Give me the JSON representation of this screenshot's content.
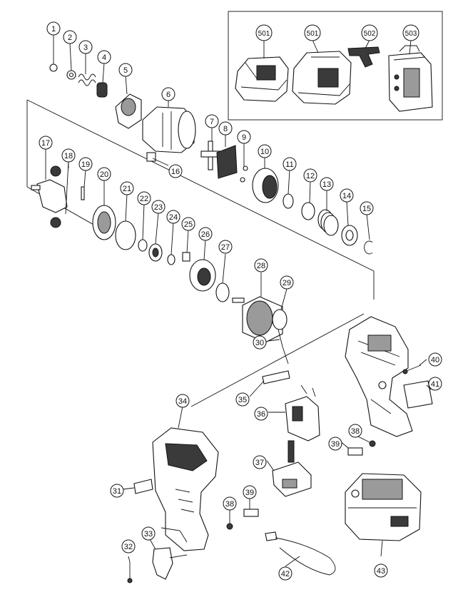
{
  "labels": [
    {
      "id": "lbl-1",
      "text": "1"
    },
    {
      "id": "lbl-2",
      "text": "2"
    },
    {
      "id": "lbl-3",
      "text": "3"
    },
    {
      "id": "lbl-4",
      "text": "4"
    },
    {
      "id": "lbl-5",
      "text": "5"
    },
    {
      "id": "lbl-6",
      "text": "6"
    },
    {
      "id": "lbl-7",
      "text": "7"
    },
    {
      "id": "lbl-8",
      "text": "8"
    },
    {
      "id": "lbl-9",
      "text": "9"
    },
    {
      "id": "lbl-10",
      "text": "10"
    },
    {
      "id": "lbl-11",
      "text": "11"
    },
    {
      "id": "lbl-12",
      "text": "12"
    },
    {
      "id": "lbl-13",
      "text": "13"
    },
    {
      "id": "lbl-14",
      "text": "14"
    },
    {
      "id": "lbl-15",
      "text": "15"
    },
    {
      "id": "lbl-16",
      "text": "16"
    },
    {
      "id": "lbl-17",
      "text": "17"
    },
    {
      "id": "lbl-18",
      "text": "18"
    },
    {
      "id": "lbl-19",
      "text": "19"
    },
    {
      "id": "lbl-20",
      "text": "20"
    },
    {
      "id": "lbl-21",
      "text": "21"
    },
    {
      "id": "lbl-22",
      "text": "22"
    },
    {
      "id": "lbl-23",
      "text": "23"
    },
    {
      "id": "lbl-24",
      "text": "24"
    },
    {
      "id": "lbl-25",
      "text": "25"
    },
    {
      "id": "lbl-26",
      "text": "26"
    },
    {
      "id": "lbl-27",
      "text": "27"
    },
    {
      "id": "lbl-28",
      "text": "28"
    },
    {
      "id": "lbl-29",
      "text": "29"
    },
    {
      "id": "lbl-30",
      "text": "30"
    },
    {
      "id": "lbl-31",
      "text": "31"
    },
    {
      "id": "lbl-32",
      "text": "32"
    },
    {
      "id": "lbl-33",
      "text": "33"
    },
    {
      "id": "lbl-34",
      "text": "34"
    },
    {
      "id": "lbl-35",
      "text": "35"
    },
    {
      "id": "lbl-36",
      "text": "36"
    },
    {
      "id": "lbl-37",
      "text": "37"
    },
    {
      "id": "lbl-38a",
      "text": "38"
    },
    {
      "id": "lbl-38b",
      "text": "38"
    },
    {
      "id": "lbl-39a",
      "text": "39"
    },
    {
      "id": "lbl-39b",
      "text": "39"
    },
    {
      "id": "lbl-40",
      "text": "40"
    },
    {
      "id": "lbl-41",
      "text": "41"
    },
    {
      "id": "lbl-42",
      "text": "42"
    },
    {
      "id": "lbl-43",
      "text": "43"
    },
    {
      "id": "lbl-501a",
      "text": "501"
    },
    {
      "id": "lbl-501b",
      "text": "501"
    },
    {
      "id": "lbl-502",
      "text": "502"
    },
    {
      "id": "lbl-503",
      "text": "503"
    }
  ]
}
